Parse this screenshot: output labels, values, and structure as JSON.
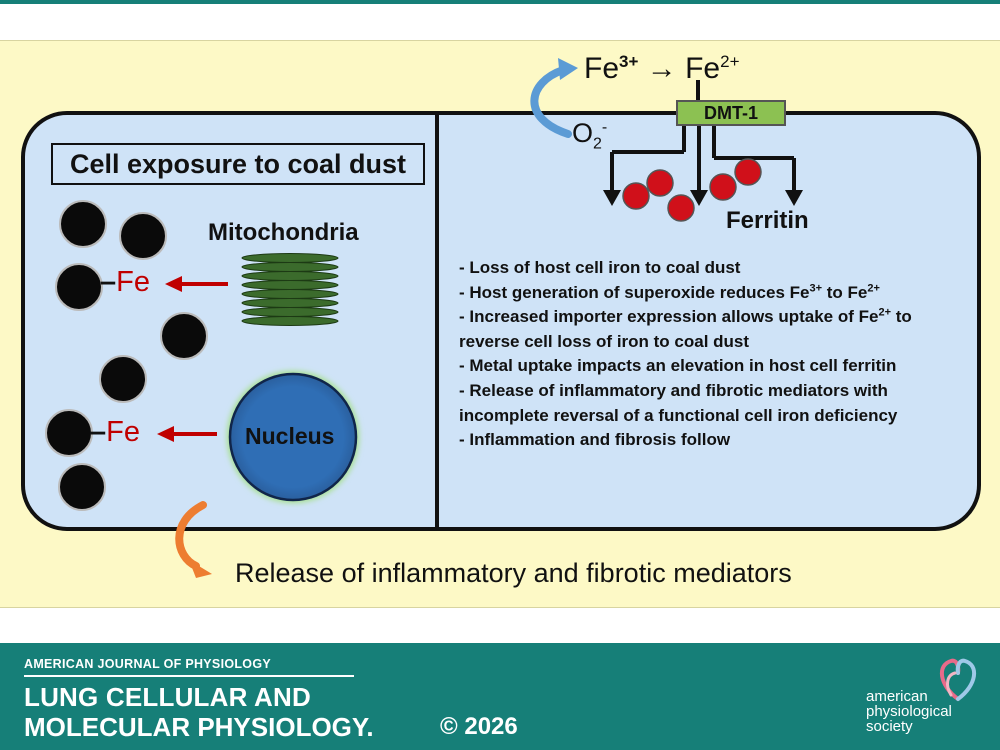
{
  "diagram": {
    "title": "Cell exposure to coal dust",
    "mitochondria_label": "Mitochondria",
    "nucleus_label": "Nucleus",
    "fe_label": "Fe",
    "fe_dash": "–",
    "transporter_label": "DMT-1",
    "ferritin_label": "Ferritin",
    "reaction": {
      "reactant": "Fe",
      "reactant_charge": "3+",
      "arrow": "→",
      "product": "Fe",
      "product_charge": "2+"
    },
    "oxidant": {
      "symbol": "O",
      "subscript": "2",
      "charge": "-"
    },
    "bullets": [
      [
        "- Loss of host cell iron to coal dust"
      ],
      [
        "- Host generation of superoxide reduces Fe",
        "3+",
        " to Fe",
        "2+",
        ""
      ],
      [
        "- Increased importer expression allows uptake of Fe",
        "2+",
        " to"
      ],
      [
        "reverse cell loss of iron to coal dust"
      ],
      [
        "- Metal uptake impacts an elevation in host cell ferritin"
      ],
      [
        "- Release of inflammatory and fibrotic mediators with"
      ],
      [
        "incomplete reversal of a functional cell iron deficiency"
      ],
      [
        "- Inflammation and fibrosis follow"
      ]
    ],
    "release_text": "Release of inflammatory and fibrotic mediators",
    "colors": {
      "background": "#fdf9c6",
      "cell_fill": "#cfe3f7",
      "nucleus": "#2f6eb5",
      "ferritin": "#d0101a",
      "arrow_red": "#c00000",
      "transporter": "#8cc152",
      "cycle_arrow": "#5b9bd5",
      "release_arrow": "#ed7d31"
    }
  },
  "footer": {
    "journal_top": "AMERICAN JOURNAL OF PHYSIOLOGY",
    "journal_name_line1": "LUNG CELLULAR AND",
    "journal_name_line2": "MOLECULAR PHYSIOLOGY.",
    "copyright": "© 2026",
    "society_line1": "american",
    "society_line2": "physiological",
    "society_line3": "society"
  }
}
